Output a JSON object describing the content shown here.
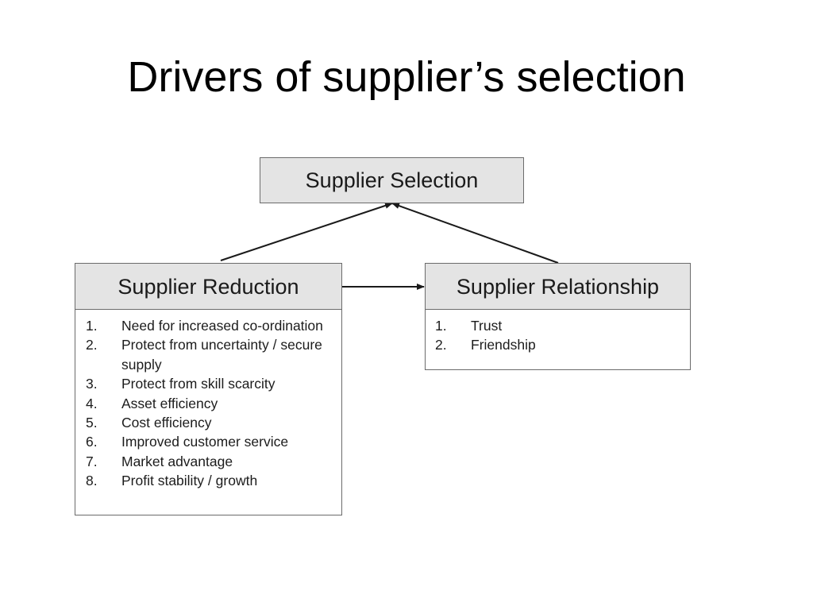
{
  "slide": {
    "title": "Drivers of supplier’s selection"
  },
  "diagram": {
    "supplier_selection": {
      "label": "Supplier Selection"
    },
    "supplier_reduction": {
      "label": "Supplier Reduction",
      "items": [
        {
          "num": "1.",
          "text": "Need for increased co-ordination"
        },
        {
          "num": "2.",
          "text": "Protect from uncertainty / secure supply"
        },
        {
          "num": "3.",
          "text": "Protect from skill scarcity"
        },
        {
          "num": "4.",
          "text": "Asset efficiency"
        },
        {
          "num": "5.",
          "text": "Cost efficiency"
        },
        {
          "num": "6.",
          "text": "Improved customer service"
        },
        {
          "num": "7.",
          "text": "Market advantage"
        },
        {
          "num": "8.",
          "text": "Profit stability / growth"
        }
      ]
    },
    "supplier_relationship": {
      "label": "Supplier Relationship",
      "items": [
        {
          "num": "1.",
          "text": "Trust"
        },
        {
          "num": "2.",
          "text": "Friendship"
        }
      ]
    },
    "colors": {
      "header_fill": "#e4e4e4",
      "border": "#6b6b6b",
      "arrow": "#1a1a1a"
    }
  }
}
